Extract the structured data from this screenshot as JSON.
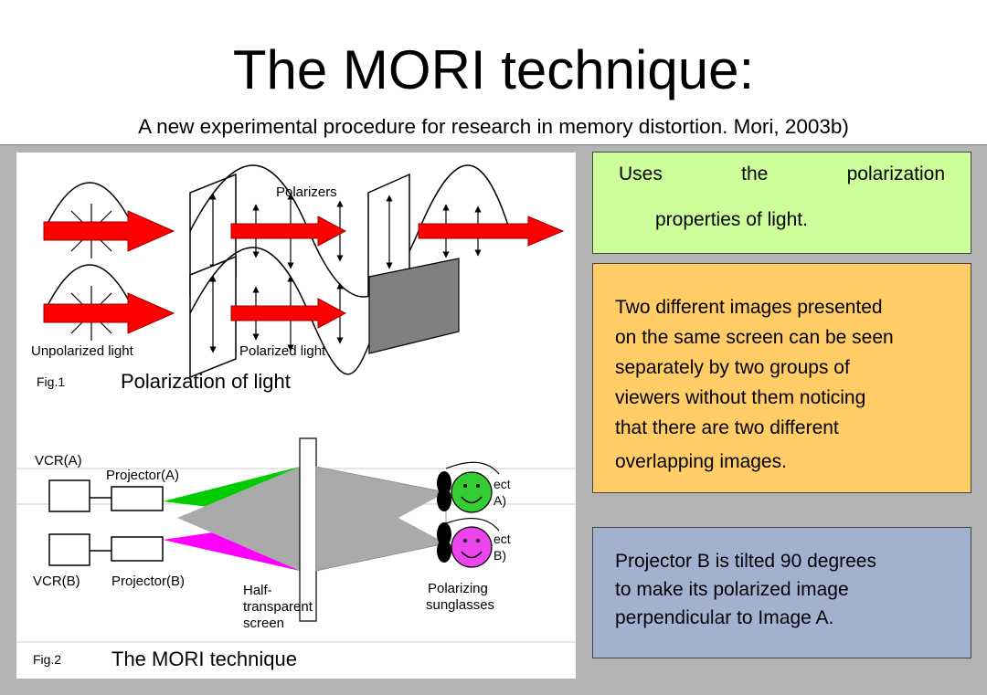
{
  "title": "The MORI technique:",
  "subtitle": "A new experimental procedure for research in memory distortion. Mori, 2003b)",
  "figure": {
    "fig1": {
      "label_polarizers": "Polarizers",
      "label_unpolarized": "Unpolarized light",
      "label_polarized": "Polarized light",
      "caption_num": "Fig.1",
      "caption": "Polarization of light"
    },
    "fig2": {
      "vcr_a": "VCR(A)",
      "vcr_b": "VCR(B)",
      "projector_a": "Projector(A)",
      "projector_b": "Projector(B)",
      "screen_l1": "Half-",
      "screen_l2": "transparent",
      "screen_l3": "screen",
      "subject_a_l1": "ect",
      "subject_a_l2": "A)",
      "subject_b_l1": "ect",
      "subject_b_l2": "B)",
      "glasses_l1": "Polarizing",
      "glasses_l2": "sunglasses",
      "caption_num": "Fig.2",
      "caption": "The MORI technique"
    },
    "colors": {
      "arrow": "#ff0000",
      "beam_a": "#00cc00",
      "beam_b": "#ff00ff",
      "face_a": "#33cc33",
      "face_b": "#ee44ee",
      "blocked": "#808080"
    }
  },
  "boxes": {
    "box1": {
      "words": [
        "Uses",
        "the",
        "polarization"
      ],
      "line2": "properties of light.",
      "color": "#ccff99"
    },
    "box2": {
      "lines": [
        "Two different images presented",
        "on the same screen can be seen",
        "separately by two groups of",
        "viewers without them noticing",
        "that there are two different",
        "overlapping images."
      ],
      "color": "#ffcc66"
    },
    "box3": {
      "lines": [
        "Projector B is tilted 90 degrees",
        "to make its polarized image",
        "perpendicular to Image A."
      ],
      "color": "#a3b1d1"
    }
  }
}
